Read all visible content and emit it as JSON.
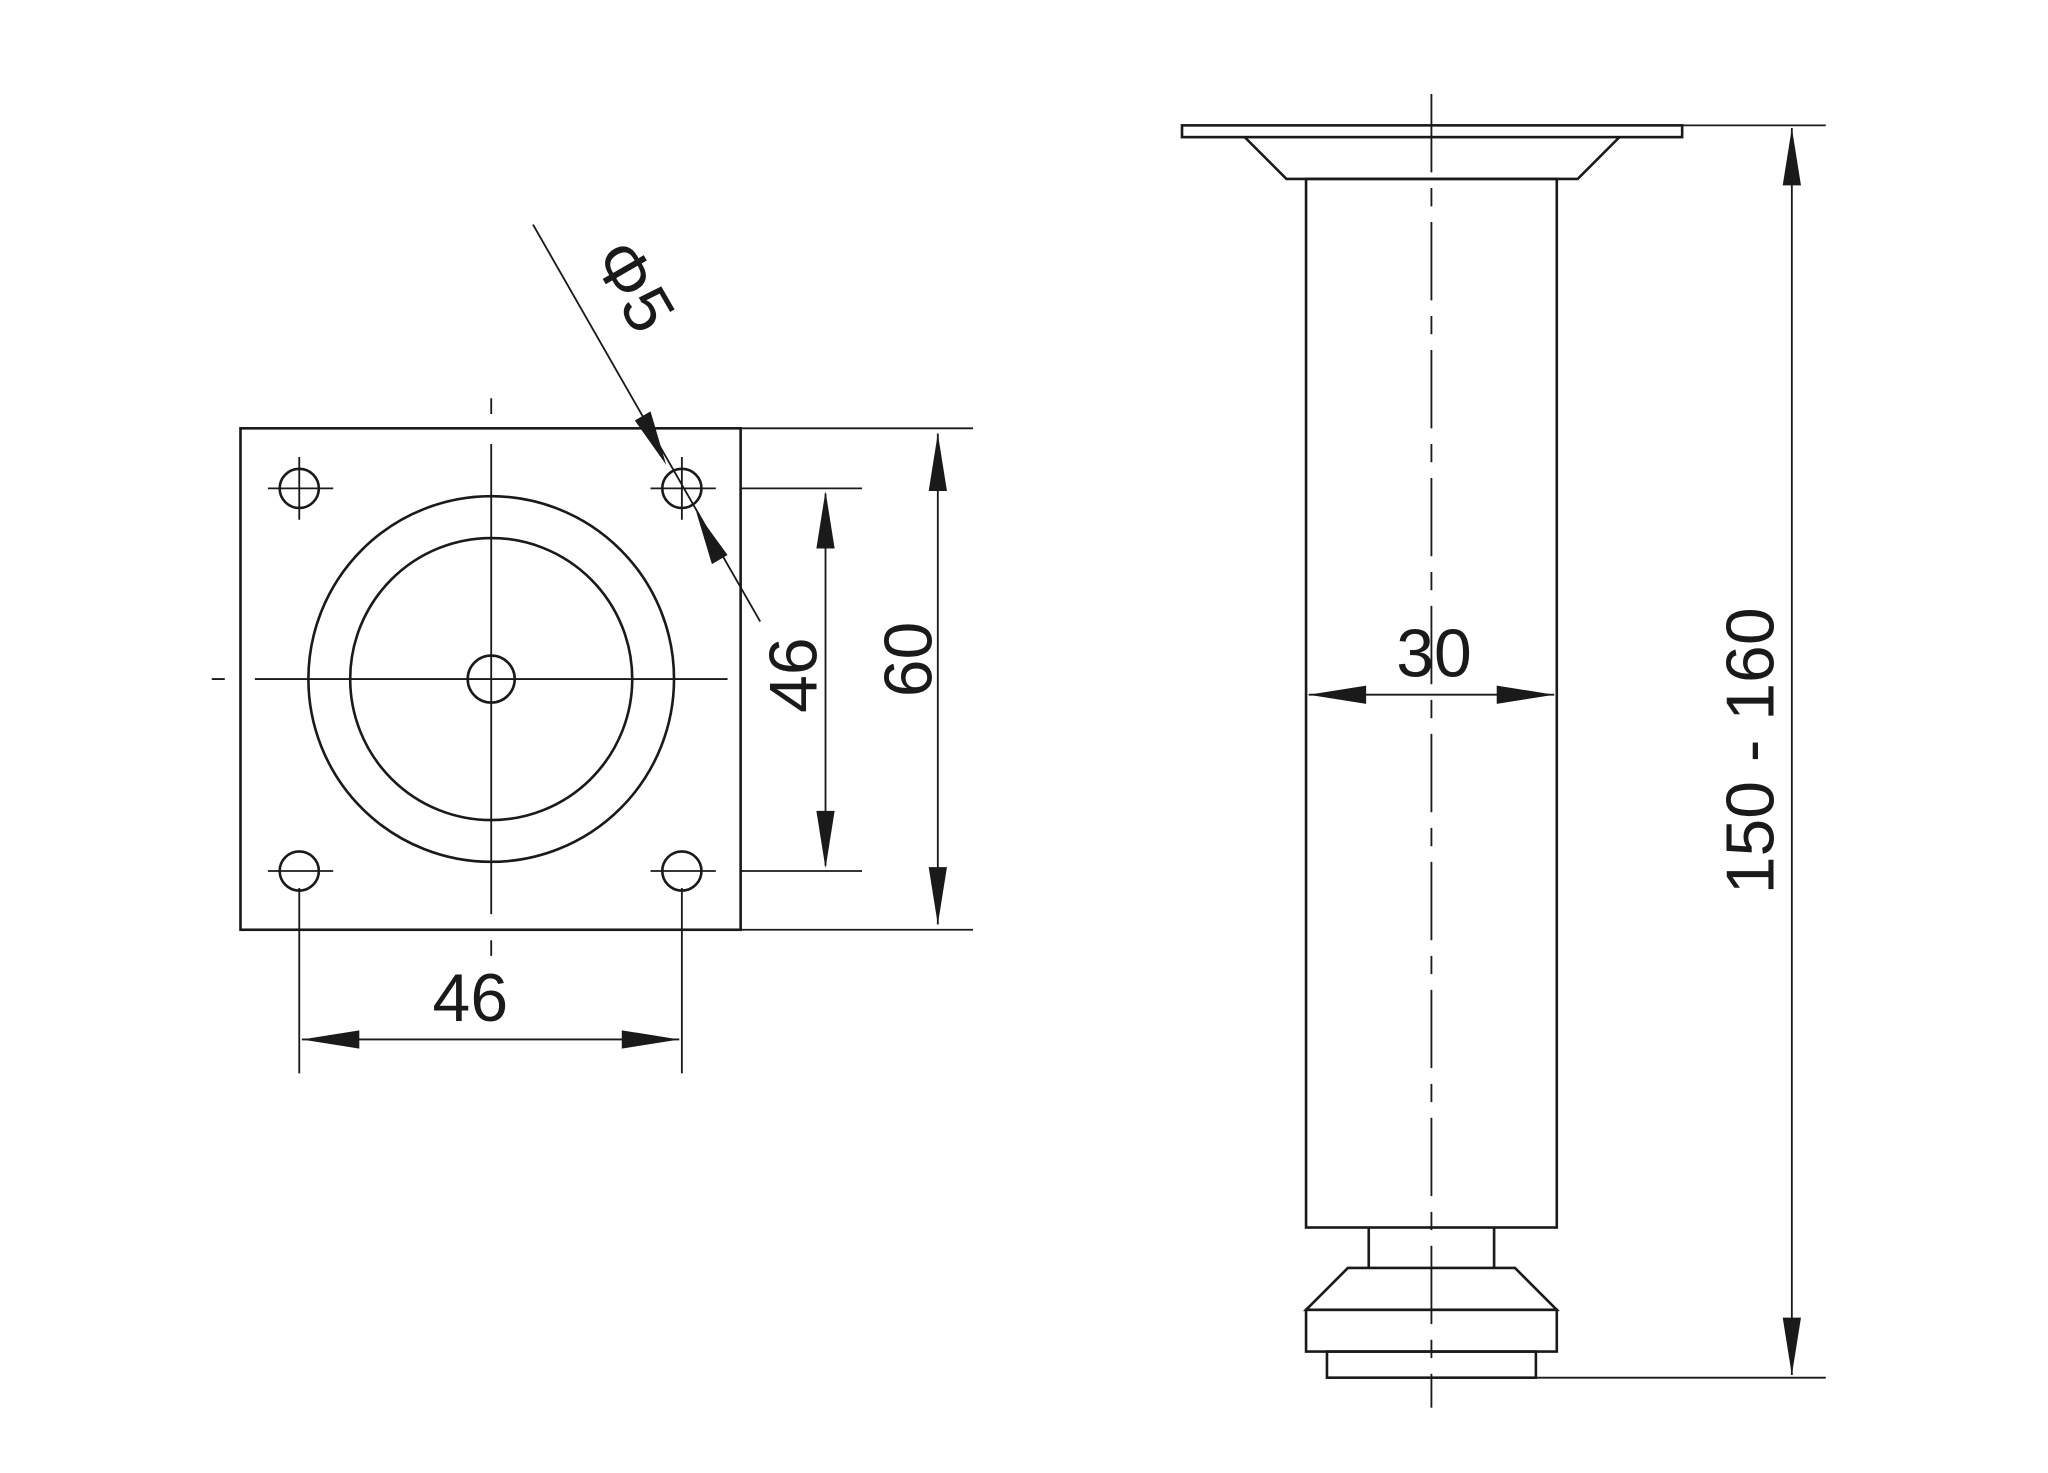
{
  "drawing": {
    "top_view": {
      "hole_diameter_label": "Φ5",
      "hole_spacing_horizontal_label": "46",
      "hole_spacing_vertical_label": "46",
      "plate_size_label": "60"
    },
    "side_view": {
      "tube_diameter_label": "30",
      "height_range_label": "150 - 160"
    },
    "line_color": "#1a1a1a"
  }
}
